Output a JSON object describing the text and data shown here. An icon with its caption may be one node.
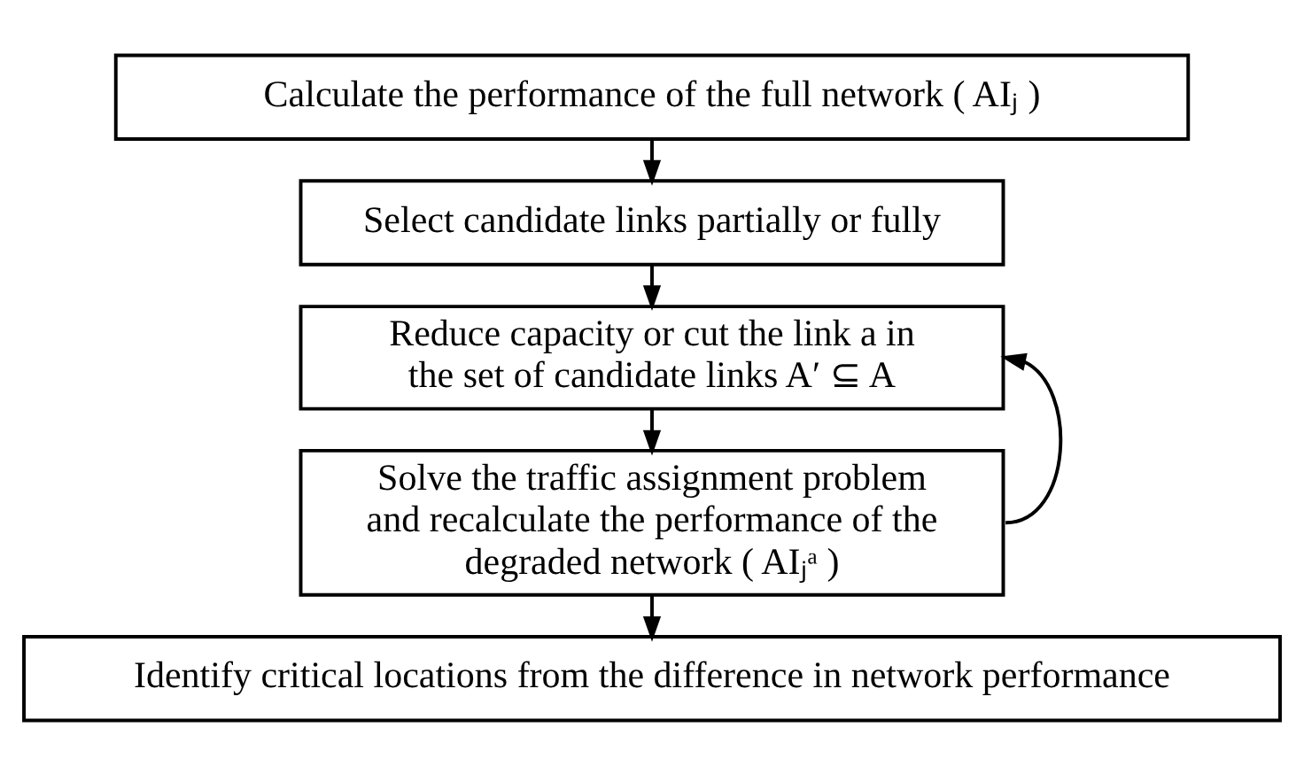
{
  "diagram": {
    "nodes": [
      {
        "text": [
          "Calculate the performance of the full network ( AIⱼ )"
        ]
      },
      {
        "text": [
          "Select candidate links partially or fully"
        ]
      },
      {
        "text": [
          "Reduce capacity or cut the link a in the set of candidate links A′ ⊆ A"
        ]
      },
      {
        "text": [
          "Solve the traffic assignment problem and recalculate the performance of the degraded network ( AIⱼᵃ )"
        ]
      },
      {
        "text": [
          "Identify critical locations from the difference in network performance"
        ]
      }
    ],
    "edges": [
      {
        "from": 0,
        "to": 1,
        "arrow": "to"
      },
      {
        "from": 1,
        "to": 2,
        "arrow": "to"
      },
      {
        "from": 2,
        "to": 3,
        "arrow": "to"
      },
      {
        "from": 3,
        "to": 4,
        "arrow": "to"
      },
      {
        "from": 3,
        "to": 2,
        "arrow": "to"
      }
    ]
  }
}
